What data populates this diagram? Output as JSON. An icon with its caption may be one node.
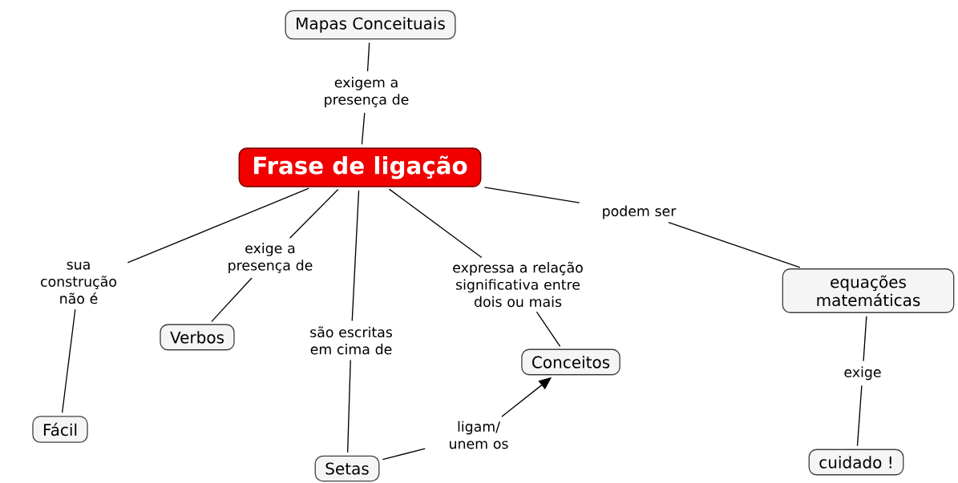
{
  "diagram": {
    "nodes": [
      {
        "text": [
          "Mapas Conceituais"
        ]
      },
      {
        "text": [
          "exigem a presença de"
        ]
      },
      {
        "text": [
          "Frase de ligação"
        ]
      },
      {
        "text": [
          "sua construção não é"
        ]
      },
      {
        "text": [
          "exige a presença de"
        ]
      },
      {
        "text": [
          "são escritas em cima de"
        ]
      },
      {
        "text": [
          "expressa a relação significativa entre dois ou mais"
        ]
      },
      {
        "text": [
          "podem ser"
        ]
      },
      {
        "text": [
          "Fácil"
        ]
      },
      {
        "text": [
          "Verbos"
        ]
      },
      {
        "text": [
          "Conceitos"
        ]
      },
      {
        "text": [
          "equações matemáticas"
        ]
      },
      {
        "text": [
          "ligam/ unem os"
        ]
      },
      {
        "text": [
          "Setas"
        ]
      },
      {
        "text": [
          "exige"
        ]
      },
      {
        "text": [
          "cuidado !"
        ]
      }
    ],
    "edges": [
      {
        "from": 0,
        "to": 1,
        "arrow": "none"
      },
      {
        "from": 1,
        "to": 2,
        "arrow": "none"
      },
      {
        "from": 2,
        "to": 3,
        "arrow": "none"
      },
      {
        "from": 3,
        "to": 8,
        "arrow": "none"
      },
      {
        "from": 2,
        "to": 4,
        "arrow": "none"
      },
      {
        "from": 4,
        "to": 9,
        "arrow": "none"
      },
      {
        "from": 2,
        "to": 5,
        "arrow": "none"
      },
      {
        "from": 5,
        "to": 13,
        "arrow": "none"
      },
      {
        "from": 2,
        "to": 6,
        "arrow": "none"
      },
      {
        "from": 6,
        "to": 10,
        "arrow": "none"
      },
      {
        "from": 2,
        "to": 7,
        "arrow": "none"
      },
      {
        "from": 7,
        "to": 11,
        "arrow": "none"
      },
      {
        "from": 13,
        "to": 12,
        "arrow": "none"
      },
      {
        "from": 12,
        "to": 10,
        "arrow": "to"
      },
      {
        "from": 11,
        "to": 14,
        "arrow": "none"
      },
      {
        "from": 14,
        "to": 15,
        "arrow": "none"
      }
    ]
  }
}
